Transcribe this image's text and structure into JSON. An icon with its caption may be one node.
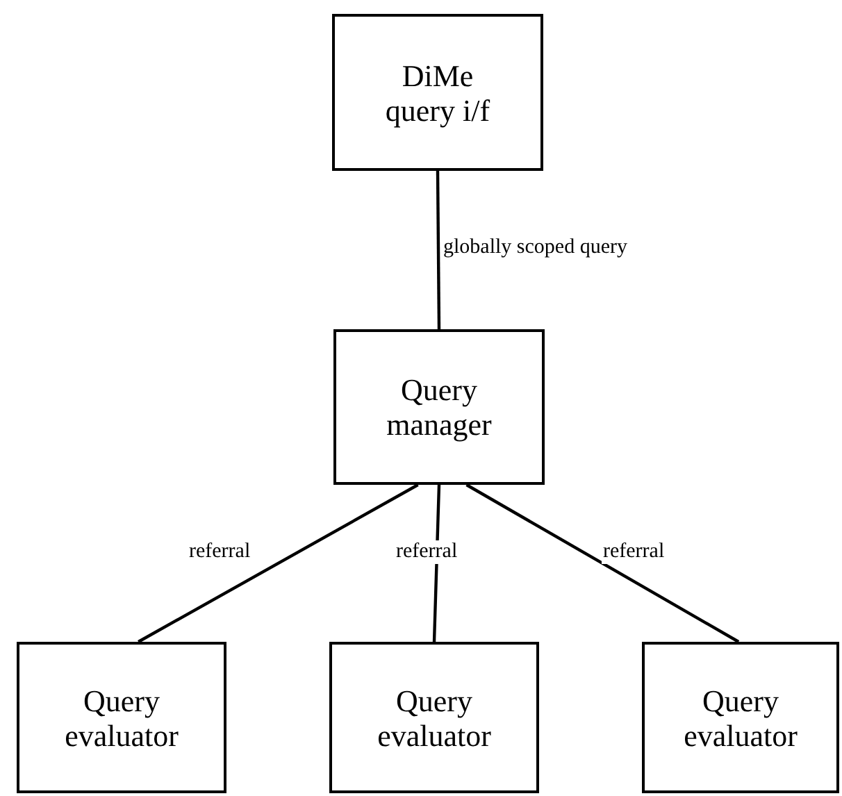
{
  "diagram": {
    "nodes": [
      {
        "text": [
          "DiMe query i/f"
        ]
      },
      {
        "text": [
          "Query manager"
        ]
      },
      {
        "text": [
          "Query evaluator"
        ]
      },
      {
        "text": [
          "Query evaluator"
        ]
      },
      {
        "text": [
          "Query evaluator"
        ]
      }
    ],
    "edges": [
      {
        "from": 0,
        "to": 1,
        "arrow": "none",
        "label": "globally scoped query"
      },
      {
        "from": 1,
        "to": 2,
        "arrow": "none",
        "label": "referral"
      },
      {
        "from": 1,
        "to": 3,
        "arrow": "none",
        "label": "referral"
      },
      {
        "from": 1,
        "to": 4,
        "arrow": "none",
        "label": "referral"
      }
    ]
  }
}
